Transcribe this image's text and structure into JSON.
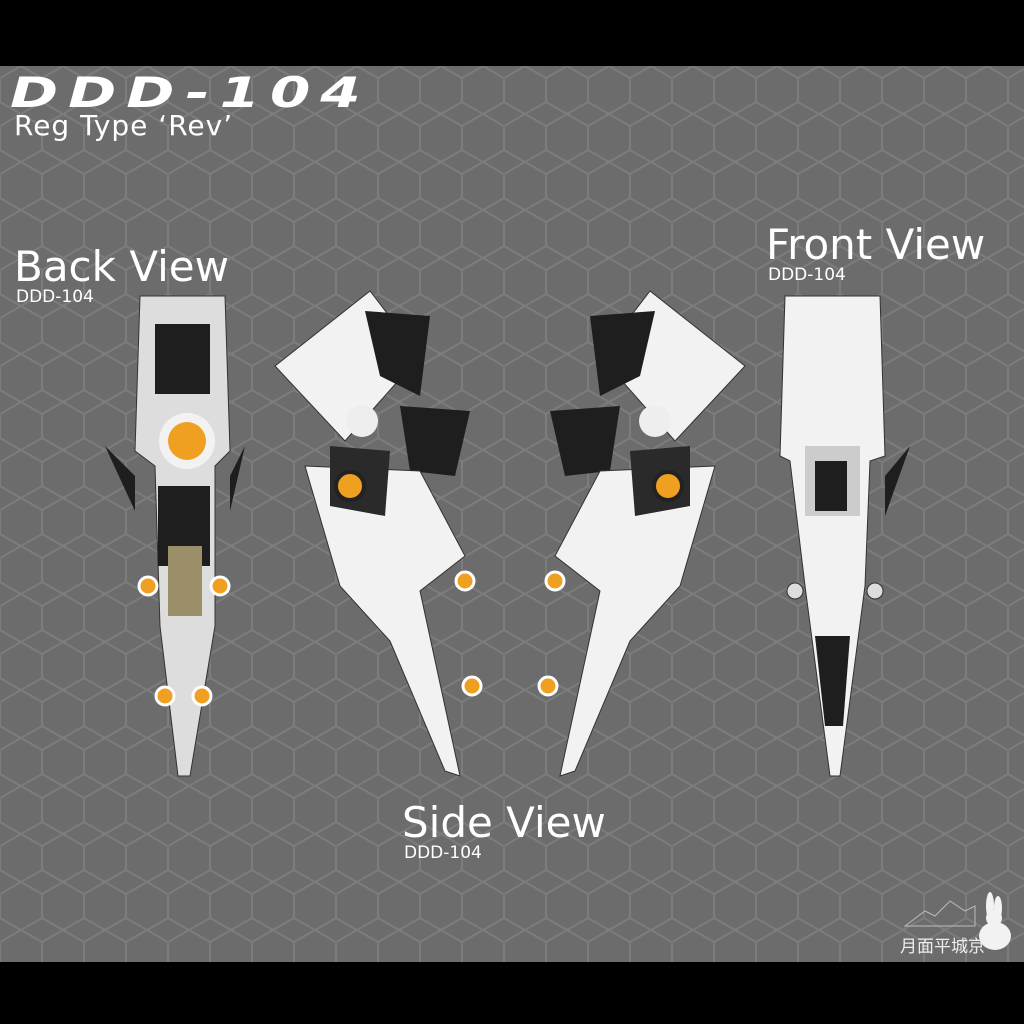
{
  "header": {
    "title": "DDD-104",
    "subtitle": "Reg Type ‘Rev’"
  },
  "views": {
    "back": {
      "label": "Back View",
      "model": "DDD-104"
    },
    "front": {
      "label": "Front View",
      "model": "DDD-104"
    },
    "side": {
      "label": "Side View",
      "model": "DDD-104"
    }
  },
  "watermark": {
    "text": "月面平城京",
    "icon": "rabbit-pagoda-logo"
  },
  "colors": {
    "background": "#707070",
    "accent": "#f0a020",
    "panel_white": "#f2f2f2",
    "panel_black": "#1e1e1e"
  }
}
